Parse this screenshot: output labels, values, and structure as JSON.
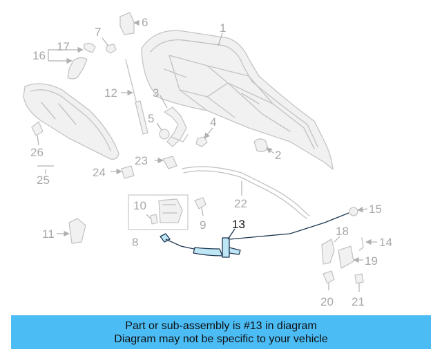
{
  "diagram": {
    "callouts": [
      {
        "id": "1",
        "label": "1"
      },
      {
        "id": "2",
        "label": "2"
      },
      {
        "id": "3",
        "label": "3"
      },
      {
        "id": "4",
        "label": "4"
      },
      {
        "id": "5",
        "label": "5"
      },
      {
        "id": "6",
        "label": "6"
      },
      {
        "id": "7",
        "label": "7"
      },
      {
        "id": "8",
        "label": "8"
      },
      {
        "id": "9",
        "label": "9"
      },
      {
        "id": "10",
        "label": "10"
      },
      {
        "id": "11",
        "label": "11"
      },
      {
        "id": "12",
        "label": "12"
      },
      {
        "id": "13",
        "label": "13"
      },
      {
        "id": "14",
        "label": "14"
      },
      {
        "id": "15",
        "label": "15"
      },
      {
        "id": "16",
        "label": "16"
      },
      {
        "id": "17",
        "label": "17"
      },
      {
        "id": "18",
        "label": "18"
      },
      {
        "id": "19",
        "label": "19"
      },
      {
        "id": "20",
        "label": "20"
      },
      {
        "id": "21",
        "label": "21"
      },
      {
        "id": "22",
        "label": "22"
      },
      {
        "id": "23",
        "label": "23"
      },
      {
        "id": "24",
        "label": "24"
      },
      {
        "id": "25",
        "label": "25"
      },
      {
        "id": "26",
        "label": "26"
      }
    ],
    "highlight_part": "13",
    "colors": {
      "highlight_fill": "#bfe6f5",
      "highlight_stroke": "#1c3550",
      "part_stroke": "#c4c4c4",
      "callout_gray": "#a8a8a8"
    }
  },
  "banner": {
    "line1": "Part or sub-assembly is #13 in diagram",
    "line2": "Diagram may not be specific to your vehicle",
    "background": "#4cbcf5"
  }
}
